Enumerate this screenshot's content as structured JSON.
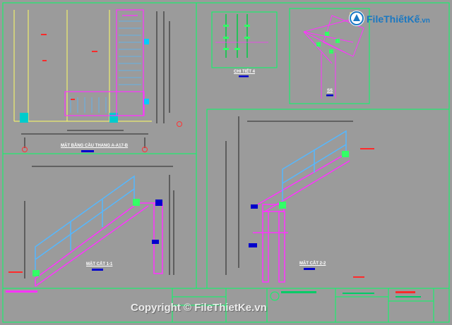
{
  "logo": {
    "text": "File",
    "text_bold": "ThiếtKế",
    "suffix": ".vn"
  },
  "views": {
    "plan_title": "MẶT BẰNG CẦU THANG A-A17-B",
    "detail_title": "CHI TIẾT 4",
    "section11_title": "MẶT CẮT 1-1",
    "section22_title": "MẶT CẮT 2-2",
    "small_label": "SS"
  },
  "footer": {
    "copyright": "Copyright © FileThietKe.vn"
  },
  "colors": {
    "background": "#9b9b9b",
    "frame": "#00ff66",
    "stair_line": "#ff33ff",
    "rail": "#55b8ff",
    "dimension": "#000000",
    "note": "#ff2a2a",
    "tag_blue": "#0000cc",
    "highlight": "#33ff66",
    "logo_blue": "#1a78c2"
  }
}
